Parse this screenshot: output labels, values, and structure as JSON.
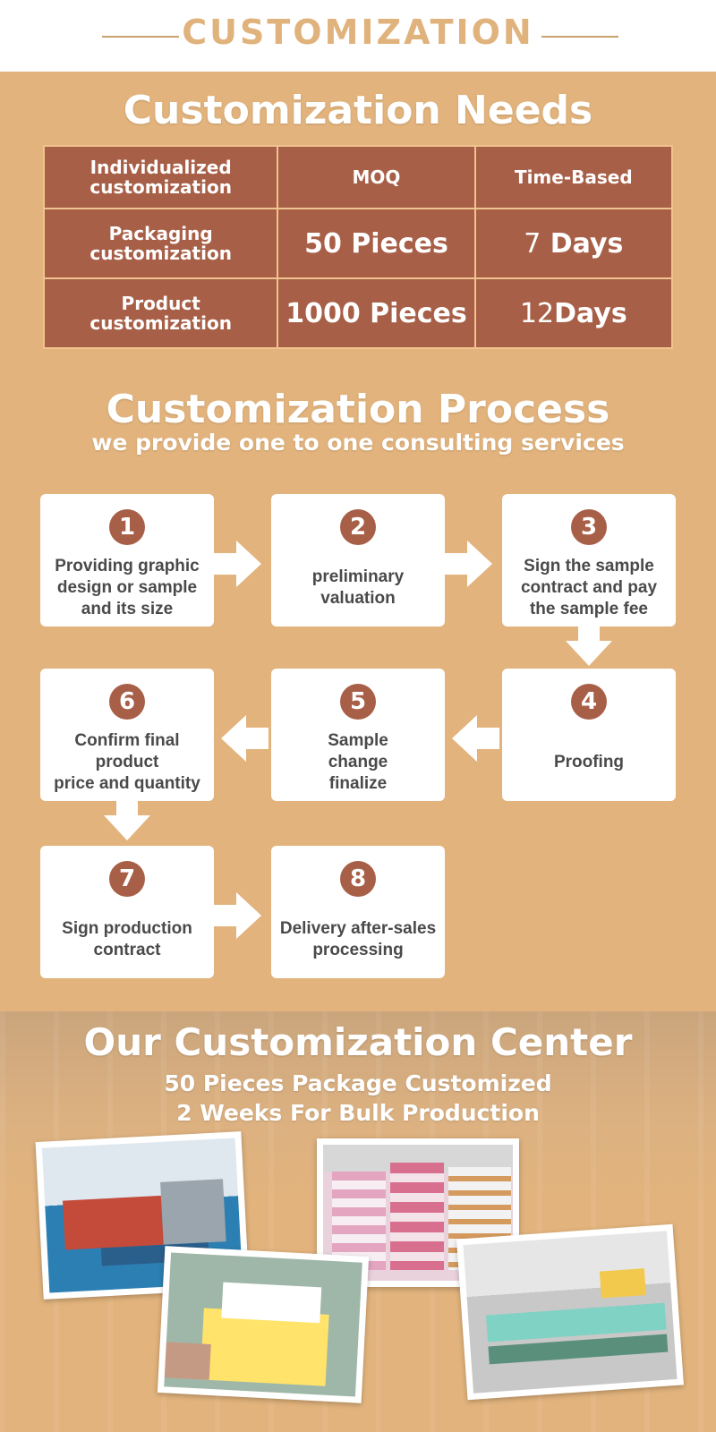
{
  "header": {
    "title": "CUSTOMIZATION"
  },
  "needs": {
    "title": "Customization Needs",
    "columns": [
      "Individualized\ncustomization",
      "MOQ",
      "Time-Based"
    ],
    "rows": [
      {
        "label": "Packaging\ncustomization",
        "moq": "50 Pieces",
        "time_num": "7",
        "time_unit": "Days"
      },
      {
        "label": "Product\ncustomization",
        "moq": "1000 Pieces",
        "time_num": "12",
        "time_unit": "Days"
      }
    ]
  },
  "process": {
    "title": "Customization Process",
    "subtitle": "we provide one to one consulting services",
    "steps": [
      {
        "num": "1",
        "text": "Providing graphic\ndesign or sample\nand its size"
      },
      {
        "num": "2",
        "text": "preliminary\nvaluation"
      },
      {
        "num": "3",
        "text": "Sign the sample\ncontract and pay\nthe sample fee"
      },
      {
        "num": "4",
        "text": "Proofing"
      },
      {
        "num": "5",
        "text": "Sample\nchange\nfinalize"
      },
      {
        "num": "6",
        "text": "Confirm final\nproduct\nprice and quantity"
      },
      {
        "num": "7",
        "text": "Sign production\ncontract"
      },
      {
        "num": "8",
        "text": "Delivery after-sales\nprocessing"
      }
    ]
  },
  "center": {
    "title": "Our Customization Center",
    "subtitle1": "50 Pieces Package Customized",
    "subtitle2": "2 Weeks  For Bulk Production"
  },
  "colors": {
    "accent": "#e2b37c",
    "badge": "#a85f47",
    "highlight": "#ffd21a"
  }
}
